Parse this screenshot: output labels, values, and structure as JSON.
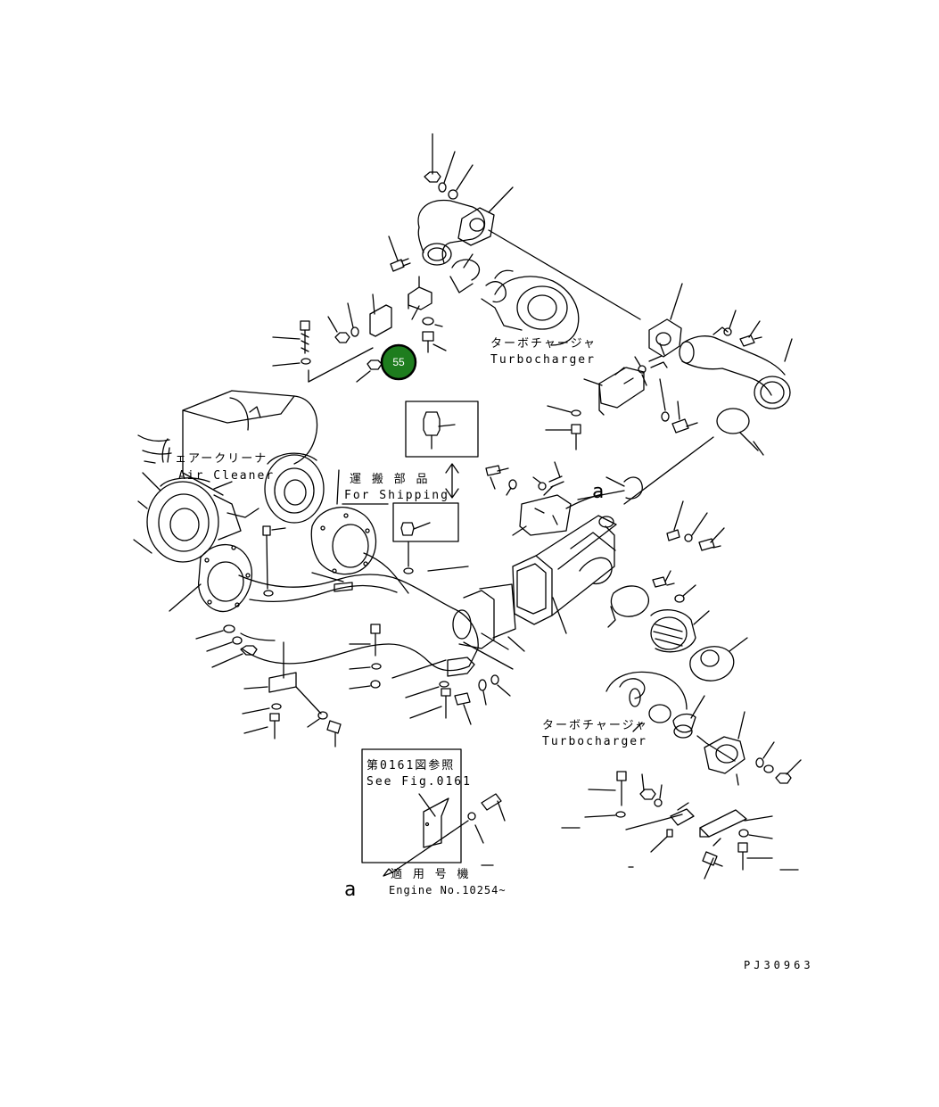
{
  "labels": {
    "air_cleaner_jp": "ェアークリーナ",
    "air_cleaner_en": "Air Cleaner",
    "shipping_jp": "運 搬 部 品",
    "shipping_en": "For Shipping",
    "turbo_top_jp": "ターボチャージャ",
    "turbo_top_en": "Turbocharger",
    "turbo_bottom_jp": "ターボチャージャ",
    "turbo_bottom_en": "Turbocharger",
    "fig_ref_jp": "第0161図参照",
    "fig_ref_en": "See Fig.0161",
    "engine_jp": "適 用 号 機",
    "engine_en": "Engine No.10254~",
    "ref_mark_a1": "a",
    "ref_mark_a2": "a",
    "drawing_code": "PJ30963"
  },
  "callouts": [
    {
      "number": "55",
      "color": "#1e7d1e"
    }
  ]
}
